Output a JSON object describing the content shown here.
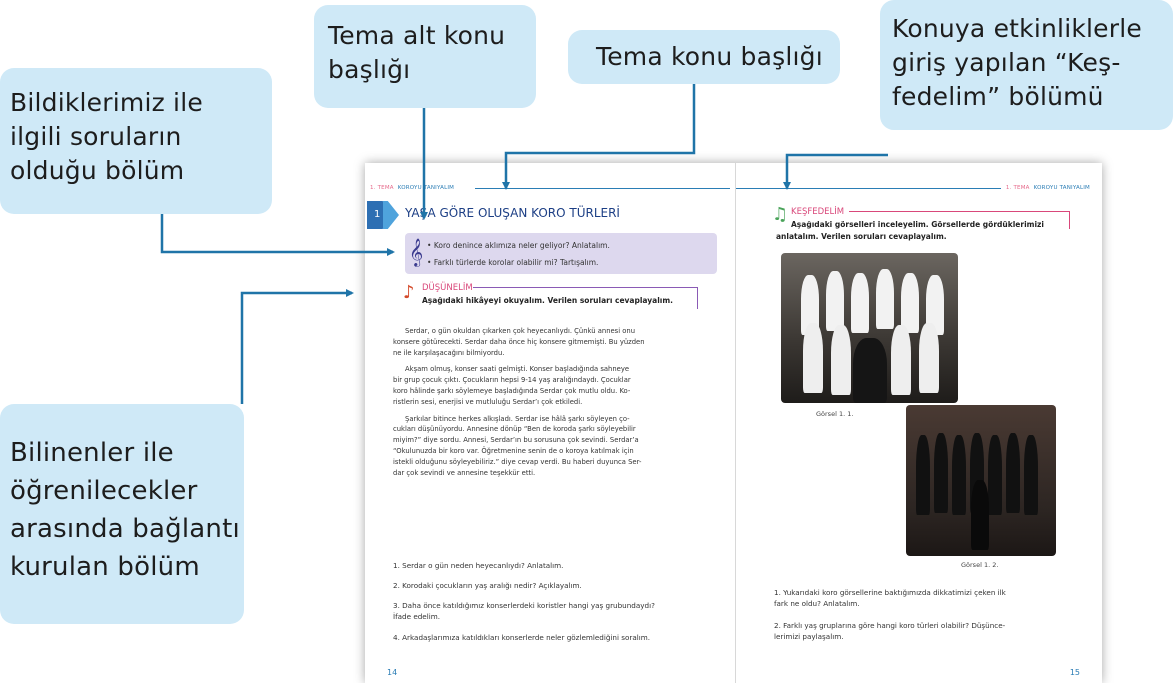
{
  "callouts": {
    "c1": [
      "Bildiklerimiz ile",
      "ilgili soruların",
      "olduğu bölüm"
    ],
    "c2": [
      "Tema alt konu",
      "başlığı"
    ],
    "c3": [
      "Tema konu başlığı"
    ],
    "c4": [
      "Konuya etkinliklerle",
      "giriş yapılan “Keş-",
      "fedelim” bölümü"
    ],
    "c5": [
      "Bilinenler ile",
      "öğrenilecekler",
      "arasında bağlantı",
      "kurulan bölüm"
    ]
  },
  "colors": {
    "callout_bg": "#cfe9f7",
    "arrow": "#1f74a8",
    "theme_blue": "#2a7db5",
    "section_pink": "#d9477a"
  },
  "left_page": {
    "header_theme": "1. TEMA",
    "header_title": "KOROYU TANIYALIM",
    "unit_number": "1",
    "unit_title": "YAŞA GÖRE OLUŞAN KORO TÜRLERİ",
    "prior_questions": [
      "Koro denince aklımıza neler geliyor? Anlatalım.",
      "Farklı türlerde korolar olabilir mi? Tartışalım."
    ],
    "section_label": "DÜŞÜNELİM",
    "section_instruction": "Aşağıdaki hikâyeyi okuyalım. Verilen soruları cevaplayalım.",
    "story": [
      [
        "Serdar, o gün okuldan çıkarken çok heyecanlıydı. Çünkü annesi onu",
        "konsere götürecekti. Serdar daha önce hiç konsere gitmemişti. Bu yüzden",
        "ne ile karşılaşacağını bilmiyordu."
      ],
      [
        "Akşam olmuş, konser saati gelmişti. Konser başladığında sahneye",
        "bir grup çocuk çıktı. Çocukların hepsi 9-14 yaş aralığındaydı. Çocuklar",
        "koro hâlinde şarkı söylemeye başladığında Serdar çok mutlu oldu. Ko-",
        "ristlerin sesi, enerjisi ve mutluluğu Serdar’ı çok etkiledi."
      ],
      [
        "Şarkılar bitince herkes alkışladı. Serdar ise hâlâ şarkı söyleyen ço-",
        "cukları düşünüyordu. Annesine dönüp “Ben de koroda şarkı söyleyebilir",
        "miyim?” diye sordu. Annesi, Serdar’ın bu sorusuna çok sevindi. Serdar’a",
        "“Okulunuzda bir koro var. Öğretmenine senin de o koroya katılmak için",
        "istekli olduğunu söyleyebiliriz.” diye cevap verdi. Bu haberi duyunca Ser-",
        "dar çok sevindi ve annesine teşekkür etti."
      ]
    ],
    "questions": [
      [
        "1.  Serdar o gün neden heyecanlıydı? Anlatalım."
      ],
      [
        "2.  Korodaki çocukların yaş aralığı nedir? Açıklayalım."
      ],
      [
        "3.  Daha önce katıldığımız konserlerdeki koristler hangi yaş grubundaydı?",
        "     İfade edelim."
      ],
      [
        "4.  Arkadaşlarımıza katıldıkları konserlerde neler gözlemlediğini soralım."
      ]
    ],
    "page_number": "14"
  },
  "right_page": {
    "header_theme": "1. TEMA",
    "header_title": "KOROYU TANIYALIM",
    "section_label": "KEŞFEDELİM",
    "instruction": [
      "Aşağıdaki görselleri inceleyelim. Görsellerde gördüklerimizi",
      "anlatalım. Verilen soruları cevaplayalım."
    ],
    "caption1": "Görsel 1. 1.",
    "caption2": "Görsel 1. 2.",
    "questions": [
      [
        "1.  Yukarıdaki koro görsellerine baktığımızda dikkatimizi çeken ilk",
        "     fark ne oldu? Anlatalım."
      ],
      [
        "2.  Farklı yaş gruplarına göre hangi koro türleri olabilir? Düşünce-",
        "     lerimizi paylaşalım."
      ]
    ],
    "page_number": "15"
  }
}
